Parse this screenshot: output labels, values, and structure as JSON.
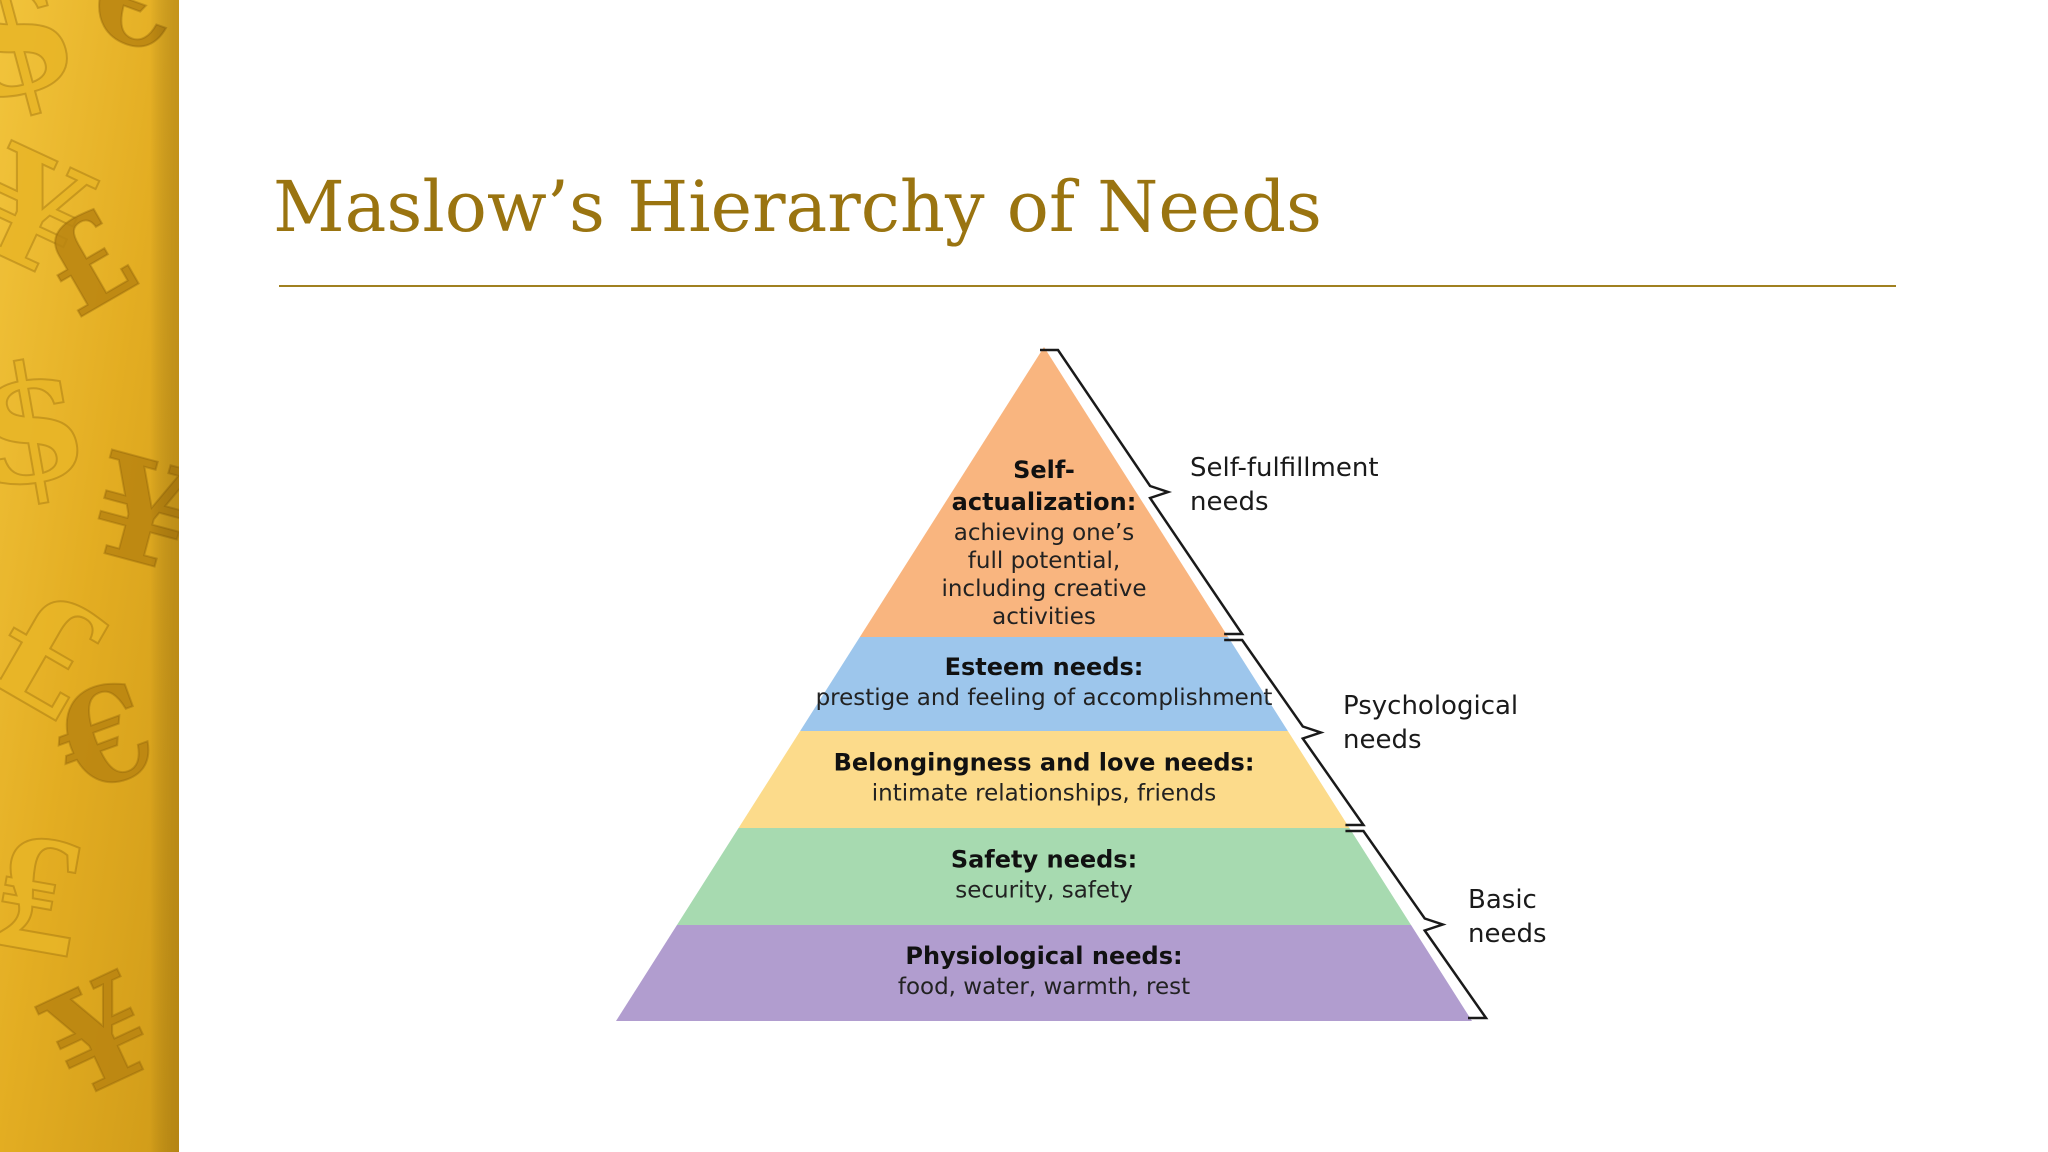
{
  "slide": {
    "title": "Maslow’s Hierarchy of Needs",
    "colors": {
      "title": "#9a7410",
      "rule": "#a08020",
      "sidebar_gold": "#e8b527",
      "sidebar_dark": "#b88410"
    },
    "sidebar_symbols": [
      "$",
      "€",
      "¥",
      "£",
      "$",
      "¥",
      "£",
      "€",
      "₤",
      "¥"
    ]
  },
  "pyramid": {
    "levels": [
      {
        "heading": [
          "Self-",
          "actualization:"
        ],
        "description": [
          "achieving one’s",
          "full potential,",
          "including creative",
          "activities"
        ],
        "color": "#f9b57f"
      },
      {
        "heading": [
          "Esteem needs:"
        ],
        "description": [
          "prestige and feeling of accomplishment"
        ],
        "color": "#9dc6ec"
      },
      {
        "heading": [
          "Belongingness and love needs:"
        ],
        "description": [
          "intimate relationships, friends"
        ],
        "color": "#fcdb8b"
      },
      {
        "heading": [
          "Safety needs:"
        ],
        "description": [
          "security, safety"
        ],
        "color": "#a7dab0"
      },
      {
        "heading": [
          "Physiological needs:"
        ],
        "description": [
          "food, water, warmth, rest"
        ],
        "color": "#b19dcf"
      }
    ],
    "groups": [
      {
        "label": [
          "Self-fulfillment",
          "needs"
        ]
      },
      {
        "label": [
          "Psychological",
          "needs"
        ]
      },
      {
        "label": [
          "Basic",
          "needs"
        ]
      }
    ]
  }
}
